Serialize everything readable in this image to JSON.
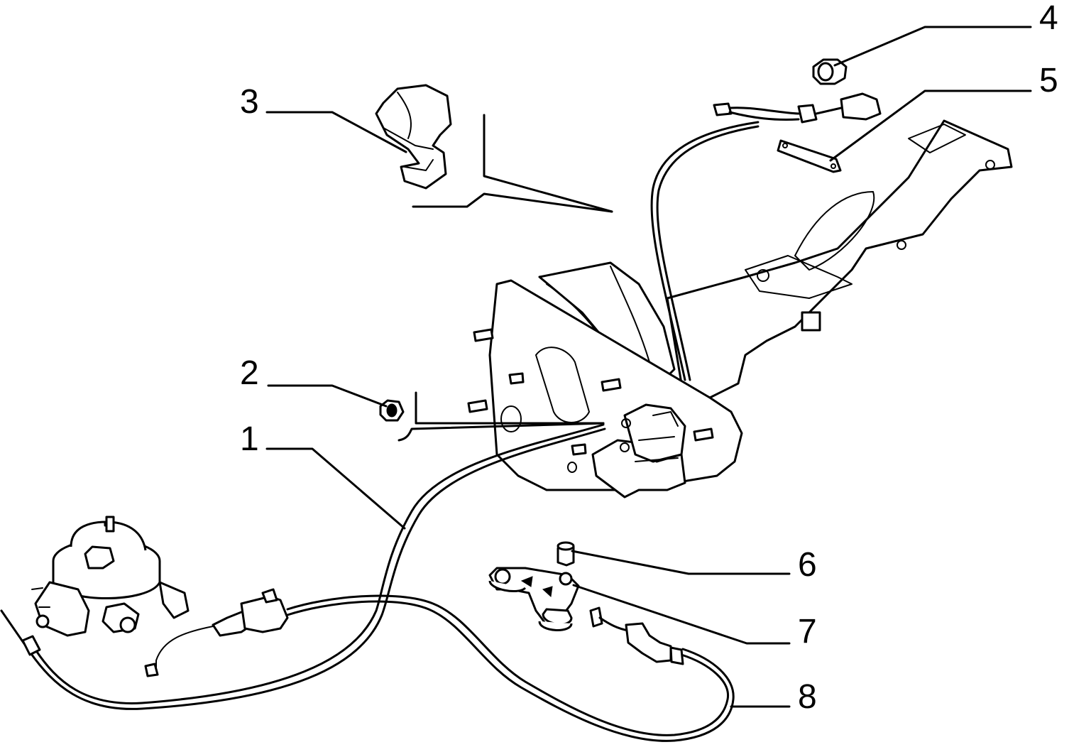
{
  "diagram": {
    "labels": [
      {
        "id": "1",
        "text": "1"
      },
      {
        "id": "2",
        "text": "2"
      },
      {
        "id": "3",
        "text": "3"
      },
      {
        "id": "4",
        "text": "4"
      },
      {
        "id": "5",
        "text": "5"
      },
      {
        "id": "6",
        "text": "6"
      },
      {
        "id": "7",
        "text": "7"
      },
      {
        "id": "8",
        "text": "8"
      }
    ]
  }
}
